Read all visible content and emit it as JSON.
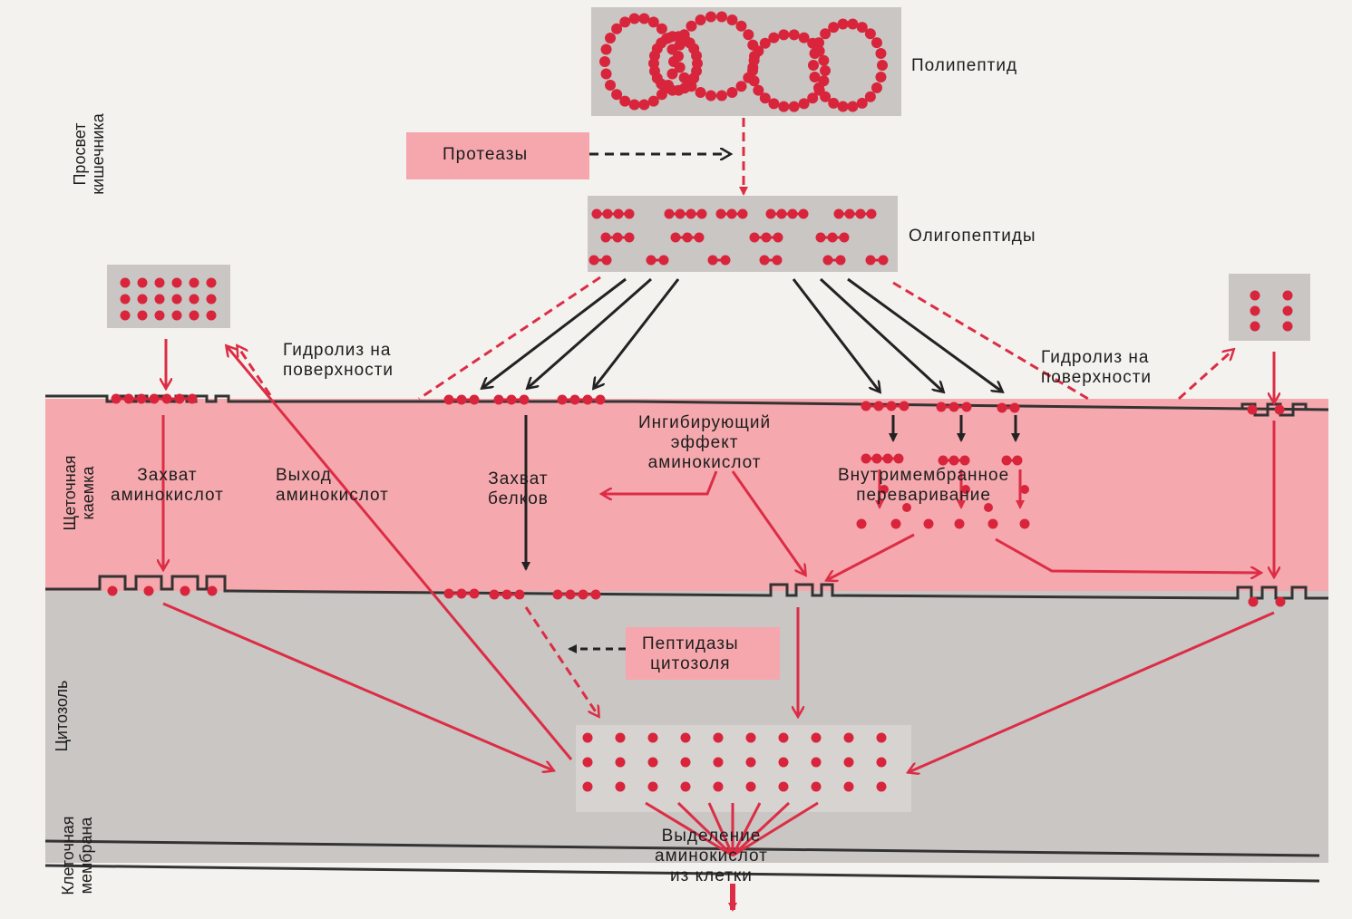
{
  "colors": {
    "background": "#f4f2ee",
    "brush_border": "#f5a9ae",
    "cytosol": "#c9c6c4",
    "dots": "#d8253c",
    "arrows_red": "#dc2d45",
    "arrows_black": "#222222",
    "label_box": "#f6a7ad"
  },
  "left_labels": {
    "lumen": "Просвет\nкишечника",
    "brush_border": "Щеточная\nкаемка",
    "cytosol": "Цитозоль",
    "cell_membrane": "Клеточная\nмембрана"
  },
  "labels": {
    "polypeptide": "Полипептид",
    "proteases": "Протеазы",
    "oligopeptides": "Олигопептиды",
    "surface_hydrolysis_left": "Гидролиз на\nповерхности",
    "surface_hydrolysis_right": "Гидролиз на\nповерхности",
    "amino_acid_uptake": "Захват\nаминокислот",
    "amino_acid_exit": "Выход\nаминокислот",
    "protein_uptake": "Захват\nбелков",
    "inhibitory_effect": "Ингибирующий\nэффект\nаминокислот",
    "intramembrane_digestion": "Внутримембранное\nпереваривание",
    "cytosol_peptidases": "Пептидазы\nцитозоля",
    "amino_acid_release": "Выделение\nаминокислот\nиз клетки"
  }
}
